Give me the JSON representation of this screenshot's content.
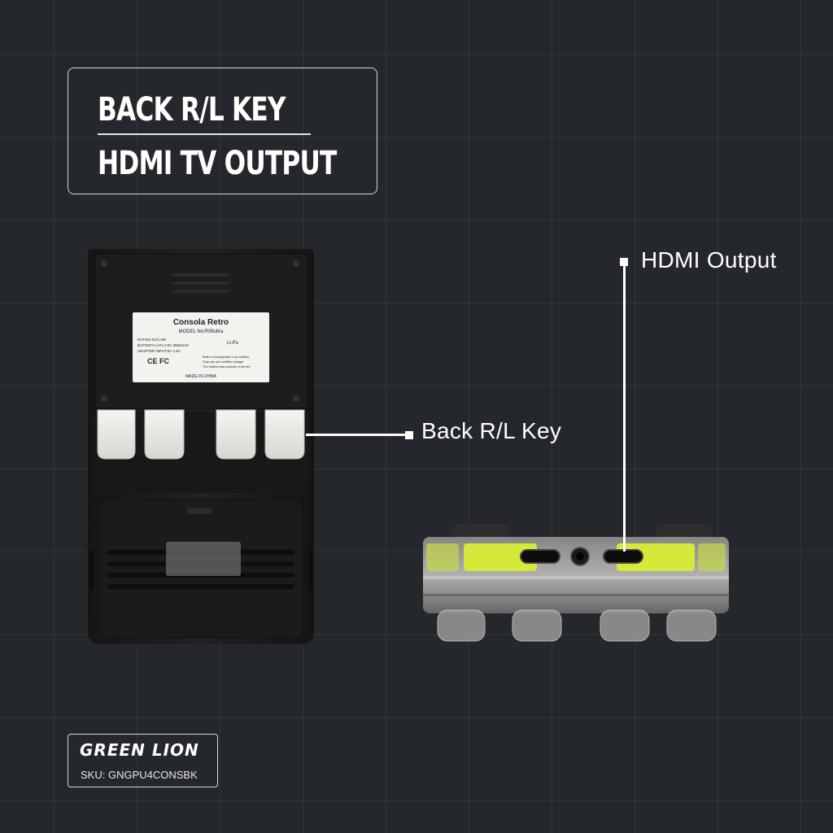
{
  "title": {
    "line1": "BACK R/L KEY",
    "line2": "HDMI TV OUTPUT"
  },
  "callouts": {
    "hdmi": "HDMI Output",
    "back_keys": "Back R/L Key"
  },
  "label_sticker": {
    "title": "Consola Retro",
    "model": "MODEL No:R36ultra",
    "rating": "RATING:5V/1.5W",
    "battery": "BATTERY:Li-Po 3.8V 3500mAh",
    "adapter": "ADAPTER INPUT:5V 1.5A",
    "battery_type": "Li-Po",
    "warning_1": "Built-in rechargeable Li-po battery",
    "warning_2": "Only can use certified charger",
    "warning_3": "The battery may explode in the fire",
    "origin": "MADE IN CHINA",
    "marks": "CE FC"
  },
  "brand": {
    "logo": "GREEN LION",
    "sku": "SKU: GNGPU4CONSBK"
  },
  "colors": {
    "background": "#24272b",
    "console_body": "#1c1c1c",
    "shell_yellow": "#d6e83a"
  }
}
